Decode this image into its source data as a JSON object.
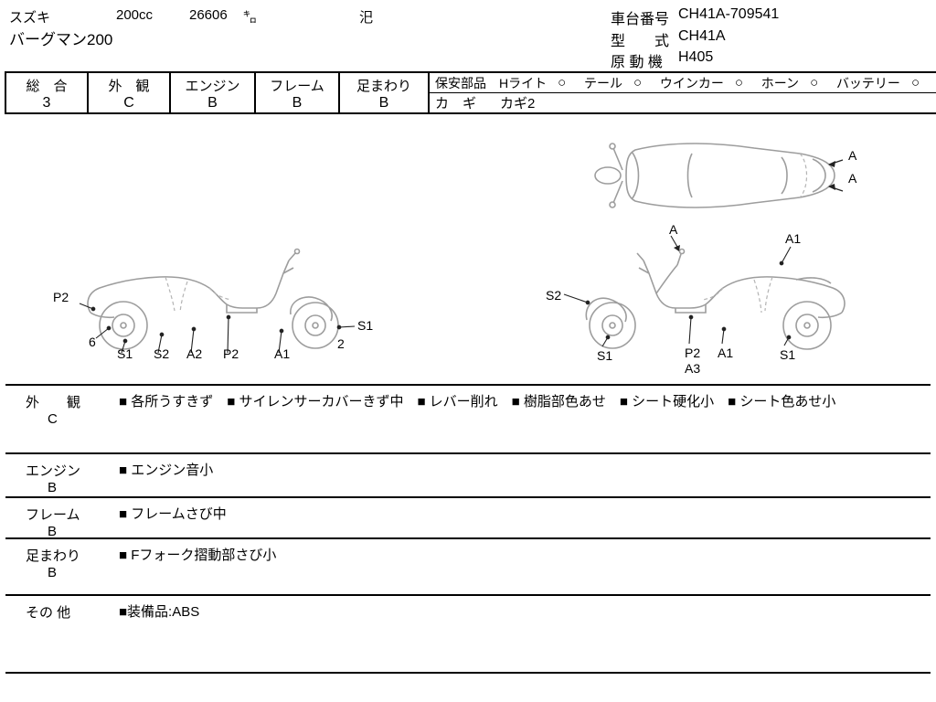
{
  "header": {
    "maker": "スズキ",
    "displacement": "200cc",
    "mileage": "26606",
    "mileage_unit": "㌔",
    "mileage_mark": "汜",
    "model": "バーグマン200",
    "chassis_label": "車台番号",
    "chassis_value": "CH41A-709541",
    "type_label": "型　　式",
    "type_value": "CH41A",
    "engine_label": "原 動 機",
    "engine_value": "H405"
  },
  "grade_bar": {
    "overall": {
      "label": "総　合",
      "value": "3"
    },
    "exterior": {
      "label": "外　観",
      "value": "C"
    },
    "engine": {
      "label": "エンジン",
      "value": "B"
    },
    "frame": {
      "label": "フレーム",
      "value": "B"
    },
    "undercarriage": {
      "label": "足まわり",
      "value": "B"
    },
    "safety": {
      "label": "保安部品",
      "mark": "○",
      "items": [
        {
          "name": "Hライト"
        },
        {
          "name": "テール"
        },
        {
          "name": "ウインカー"
        },
        {
          "name": "ホーン"
        },
        {
          "name": "バッテリー"
        }
      ]
    },
    "key": {
      "label": "カ　ギ",
      "value": "カギ2"
    }
  },
  "diagram": {
    "top_view_labels": [
      "A",
      "A"
    ],
    "left_view": {
      "side_label": "P2",
      "mid_label": "6",
      "bottom_labels": [
        "S1",
        "S2",
        "A2",
        "P2",
        "A1"
      ],
      "front_label": "S1",
      "front_sub_label": "2"
    },
    "right_view": {
      "top_labels": [
        "A",
        "A1"
      ],
      "side_label": "S2",
      "bottom_labels": [
        "S1",
        "P2",
        "A1",
        "S1"
      ],
      "sub_label": "A3"
    }
  },
  "notes": [
    {
      "label": "外　　観",
      "grade": "C",
      "text": "■ 各所うすきず　■ サイレンサーカバーきず中　■ レバー削れ　■ 樹脂部色あせ　■ シート硬化小　■ シート色あせ小"
    },
    {
      "label": "エンジン",
      "grade": "B",
      "text": "■ エンジン音小"
    },
    {
      "label": "フレーム",
      "grade": "B",
      "text": "■ フレームさび中"
    },
    {
      "label": "足まわり",
      "grade": "B",
      "text": "■ Fフォーク摺動部さび小"
    },
    {
      "label": "その 他",
      "grade": "",
      "text": "■装備品:ABS"
    }
  ]
}
